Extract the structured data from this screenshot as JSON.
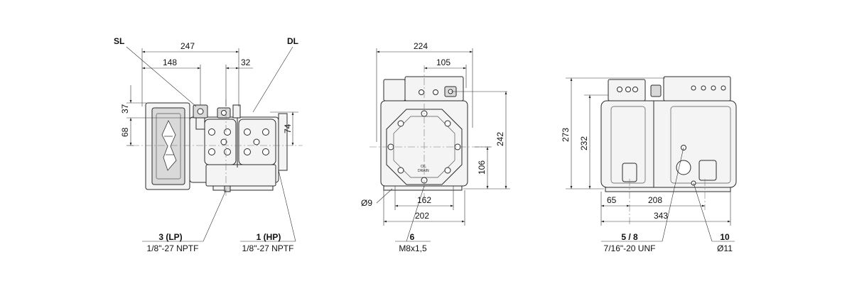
{
  "side_view": {
    "sl": "SL",
    "dl": "DL",
    "d247": "247",
    "d148": "148",
    "d32": "32",
    "d37": "37",
    "d68": "68",
    "d74": "74",
    "lp_label": "3 (LP)",
    "lp_thread": "1/8\"-27 NPTF",
    "hp_label": "1 (HP)",
    "hp_thread": "1/8\"-27 NPTF"
  },
  "end_view": {
    "d224": "224",
    "d105": "105",
    "d242": "242",
    "d106": "106",
    "d162": "162",
    "d202": "202",
    "d9": "Ø9",
    "oil1": "OIL",
    "oil2": "DRAIN",
    "p6_label": "6",
    "p6_thread": "M8x1,5"
  },
  "front_view": {
    "d273": "273",
    "d232": "232",
    "d65": "65",
    "d208": "208",
    "d343": "343",
    "p58_label": "5 / 8",
    "p58_thread": "7/16\"-20 UNF",
    "p10_label": "10",
    "p10_dia": "Ø11"
  }
}
